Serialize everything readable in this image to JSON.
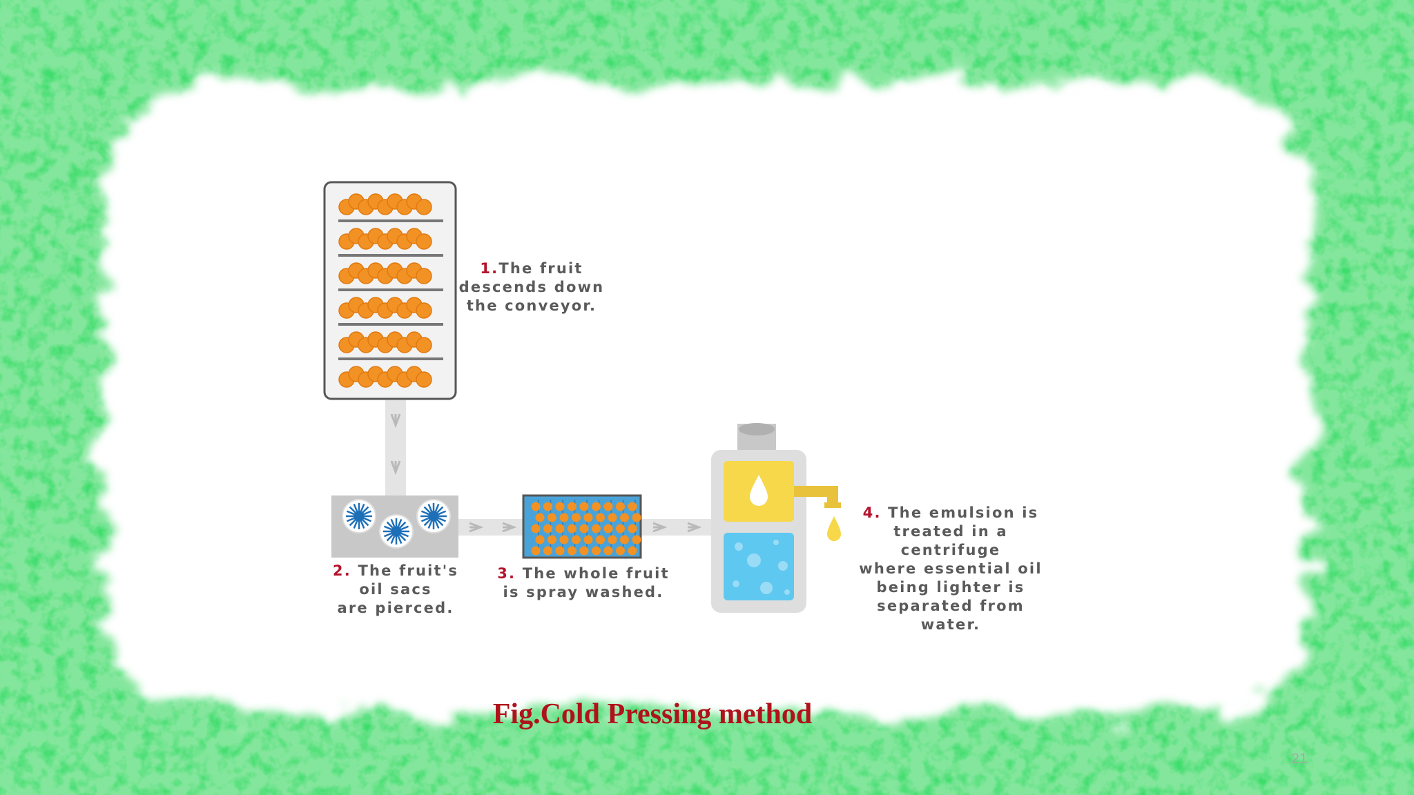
{
  "colors": {
    "frame_green": "#1fd24a",
    "caption": "#b0121b",
    "step_text": "#5a5a5a",
    "step_number": "#b5122b",
    "fruit_orange": "#f29124",
    "water_blue": "#5ec8f0",
    "oil_yellow": "#f6d84a",
    "sprayer_blue": "#1d6fb8",
    "machine_gray": "#c8c8c8",
    "arrow_gray": "#b9b9b9",
    "page_number": "#a6a6a6"
  },
  "steps": [
    {
      "number": "1.",
      "lines": [
        "The fruit",
        "descends down",
        "the conveyor."
      ]
    },
    {
      "number": "2.",
      "lines": [
        "The fruit's",
        "oil sacs",
        "are pierced."
      ]
    },
    {
      "number": "3.",
      "lines": [
        "The whole fruit",
        "is spray washed."
      ]
    },
    {
      "number": "4.",
      "lines": [
        "The emulsion is",
        "treated in a centrifuge",
        "where essential oil",
        "being lighter is",
        "separated from",
        "water."
      ]
    }
  ],
  "caption": "Fig.Cold Pressing method",
  "page_number": "21",
  "icons": {
    "conveyor": "fruit-conveyor-icon",
    "piercer": "piercing-rollers-icon",
    "washer": "spray-wash-icon",
    "centrifuge": "centrifuge-icon",
    "oil_drop": "oil-drop-icon"
  }
}
